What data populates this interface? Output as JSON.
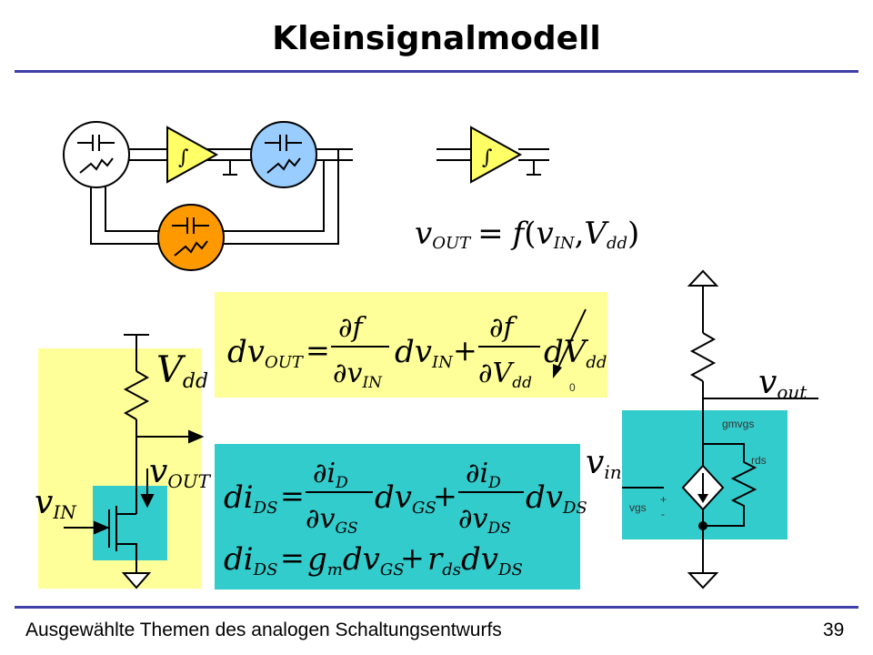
{
  "slide": {
    "title": "Kleinsignalmodell",
    "footer_left": "Ausgewählte Themen des analogen Schaltungsentwurfs",
    "page_number": "39"
  },
  "symbols": {
    "integrator": "∫"
  },
  "equations": {
    "vout_function": {
      "lhs": "v",
      "lhs_sub": "OUT",
      "eq": "=",
      "f": "f",
      "open": "(",
      "v": "v",
      "v_sub": "IN",
      "comma": ",",
      "V": "V",
      "V_sub": "dd",
      "close": ")"
    },
    "dvout": {
      "d1": "dv",
      "d1_sub": "OUT",
      "eq": "=",
      "num1": "∂f",
      "den1": "∂v",
      "den1_sub": "IN",
      "d2": "dv",
      "d2_sub": "IN",
      "plus": "+",
      "num2": "∂f",
      "den2": "∂V",
      "den2_sub": "dd",
      "d3": "dV",
      "d3_sub": "dd",
      "zero_label": "0"
    },
    "dids": {
      "d1": "di",
      "d1_sub": "DS",
      "eq": "=",
      "num1": "∂i",
      "num1_sub": "D",
      "den1": "∂v",
      "den1_sub": "GS",
      "d2": "dv",
      "d2_sub": "GS",
      "plus": "+",
      "num2": "∂i",
      "num2_sub": "D",
      "den2": "∂v",
      "den2_sub": "DS",
      "d3": "dv",
      "d3_sub": "DS"
    },
    "dids_linear": {
      "d1": "di",
      "d1_sub": "DS",
      "eq": "=",
      "g": "g",
      "g_sub": "m",
      "d2": "dv",
      "d2_sub": "GS",
      "plus": "+",
      "r": "r",
      "r_sub": "ds",
      "d3": "dv",
      "d3_sub": "DS"
    }
  },
  "transistor_circuit": {
    "vdd": "V",
    "vdd_sub": "dd",
    "vout": "v",
    "vout_sub": "OUT",
    "vin": "v",
    "vin_sub": "IN"
  },
  "small_signal_model": {
    "vout": "v",
    "vout_sub": "out",
    "vin": "v",
    "vin_sub": "in",
    "gm_label": "gmvgs",
    "rds_label": "rds",
    "vgs_label": "vgs",
    "plus": "+",
    "minus": "-"
  },
  "colors": {
    "rule": "#3f3fa8",
    "yellow_box": "#ffff99",
    "cyan_box": "#33cccc",
    "integrator_fill": "#ffff66",
    "circle_blue": "#99ccff",
    "circle_orange": "#ff9900"
  }
}
